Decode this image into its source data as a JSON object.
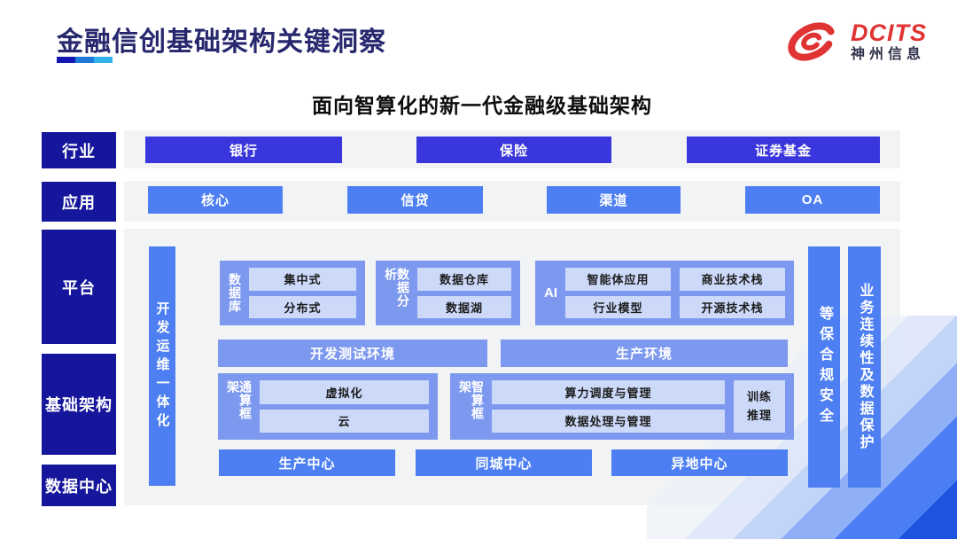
{
  "header": {
    "title": "金融信创基础架构关键洞察",
    "subtitle": "面向智算化的新一代金融级基础架构",
    "logo": {
      "brand": "DCITS",
      "company": "神州信息"
    }
  },
  "colors": {
    "navy_label": "#16169c",
    "industry_button": "#3a36dd",
    "app_button": "#4d7ff2",
    "vertical_bar": "#4d7ff2",
    "group_box": "#7d99ef",
    "inner_box": "#ccd9f9",
    "panel_gray": "#f2f3f5",
    "logo_red": "#e03434",
    "title_navy": "#27276e"
  },
  "side_labels": {
    "industry": "行业",
    "application": "应用",
    "platform": "平台",
    "infrastructure": "基础架构",
    "datacenter": "数据中心"
  },
  "industry": {
    "items": [
      "银行",
      "保险",
      "证券基金"
    ]
  },
  "application": {
    "items": [
      "核心",
      "信贷",
      "渠道",
      "OA"
    ]
  },
  "platform": {
    "devops_bar": "开发运维一体化",
    "security_bar": "等保合规安全",
    "continuity_bar": "业务连续性及数据保护",
    "database_group": {
      "label": "数据库",
      "items": [
        "集中式",
        "分布式"
      ]
    },
    "analytics_group": {
      "label": "数据分析",
      "items": [
        "数据仓库",
        "数据湖"
      ]
    },
    "ai_group": {
      "label": "AI",
      "items": [
        "智能体应用",
        "商业技术栈",
        "行业模型",
        "开源技术栈"
      ]
    },
    "env_dev": "开发测试环境",
    "env_prod": "生产环境",
    "general_compute_group": {
      "label": "通算框架",
      "items": [
        "虚拟化",
        "云"
      ]
    },
    "ai_compute_group": {
      "label": "智算框架",
      "items": [
        "算力调度与管理",
        "数据处理与管理"
      ],
      "side_item": "训练推理"
    },
    "centers": [
      "生产中心",
      "同城中心",
      "异地中心"
    ]
  }
}
